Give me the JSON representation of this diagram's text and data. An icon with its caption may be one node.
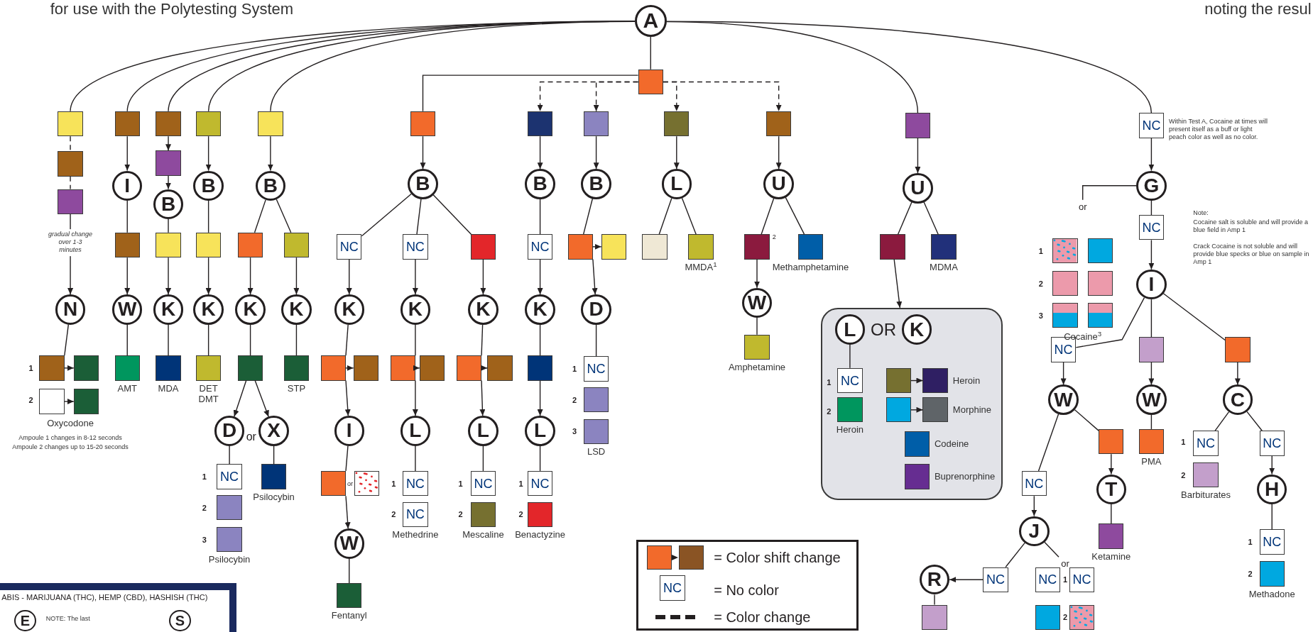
{
  "diagram": {
    "nodes": [
      {
        "text": [
          "A"
        ]
      },
      {
        "text": [],
        "shape": "box"
      },
      {
        "text": [],
        "shape": "box"
      },
      {
        "text": [],
        "shape": "box"
      },
      {
        "text": [],
        "shape": "box"
      },
      {
        "text": [
          "N"
        ]
      },
      {
        "text": [],
        "shape": "box"
      },
      {
        "text": [],
        "shape": "box"
      },
      {
        "text": [],
        "shape": "box"
      },
      {
        "text": [],
        "shape": "box"
      },
      {
        "text": [],
        "shape": "box"
      },
      {
        "text": [
          "I"
        ]
      },
      {
        "text": [],
        "shape": "box"
      },
      {
        "text": [
          "W"
        ]
      },
      {
        "text": [],
        "shape": "box",
        "beside": [
          "AMT"
        ]
      },
      {
        "text": [],
        "shape": "box"
      },
      {
        "text": [],
        "shape": "box"
      },
      {
        "text": [
          "B"
        ]
      },
      {
        "text": [],
        "shape": "box"
      },
      {
        "text": [
          "K"
        ]
      },
      {
        "text": [],
        "shape": "box",
        "beside": [
          "MDA"
        ]
      },
      {
        "text": [],
        "shape": "box"
      },
      {
        "text": [
          "B"
        ]
      },
      {
        "text": [],
        "shape": "box"
      },
      {
        "text": [
          "K"
        ]
      },
      {
        "text": [],
        "shape": "box",
        "beside": [
          "DET",
          "DMT"
        ]
      },
      {
        "text": [],
        "shape": "box"
      },
      {
        "text": [
          "B"
        ]
      },
      {
        "text": [],
        "shape": "box"
      },
      {
        "text": [],
        "shape": "box"
      },
      {
        "text": [
          "K"
        ]
      },
      {
        "text": [
          "K"
        ]
      },
      {
        "text": [],
        "shape": "box"
      },
      {
        "text": [],
        "shape": "box",
        "beside": [
          "STP"
        ]
      },
      {
        "text": [
          "D"
        ]
      },
      {
        "text": [
          "X"
        ]
      },
      {
        "text": [
          "NC"
        ]
      },
      {
        "text": [],
        "shape": "box"
      },
      {
        "text": [],
        "shape": "box",
        "beside": [
          "Psilocybin"
        ]
      },
      {
        "text": [],
        "shape": "box",
        "beside": [
          "Psilocybin"
        ]
      },
      {
        "text": [],
        "shape": "box"
      },
      {
        "text": [
          "B"
        ]
      },
      {
        "text": [
          "NC"
        ]
      },
      {
        "text": [
          "NC"
        ]
      },
      {
        "text": [],
        "shape": "box"
      },
      {
        "text": [
          "K"
        ]
      },
      {
        "text": [
          "K"
        ]
      },
      {
        "text": [
          "K"
        ]
      },
      {
        "text": [],
        "shape": "box"
      },
      {
        "text": [],
        "shape": "box"
      },
      {
        "text": [],
        "shape": "box"
      },
      {
        "text": [],
        "shape": "box"
      },
      {
        "text": [],
        "shape": "box"
      },
      {
        "text": [],
        "shape": "box"
      },
      {
        "text": [
          "I"
        ]
      },
      {
        "text": [],
        "shape": "box"
      },
      {
        "text": [],
        "shape": "box"
      },
      {
        "text": [
          "W"
        ]
      },
      {
        "text": [],
        "shape": "box",
        "beside": [
          "Fentanyl"
        ]
      },
      {
        "text": [
          "L"
        ]
      },
      {
        "text": [
          "NC"
        ]
      },
      {
        "text": [
          "NC"
        ],
        "beside": [
          "Methedrine"
        ]
      },
      {
        "text": [
          "L"
        ]
      },
      {
        "text": [
          "NC"
        ]
      },
      {
        "text": [],
        "shape": "box",
        "beside": [
          "Mescaline"
        ]
      },
      {
        "text": [],
        "shape": "box"
      },
      {
        "text": [
          "B"
        ]
      },
      {
        "text": [
          "NC"
        ]
      },
      {
        "text": [
          "K"
        ]
      },
      {
        "text": [],
        "shape": "box"
      },
      {
        "text": [
          "L"
        ]
      },
      {
        "text": [
          "NC"
        ]
      },
      {
        "text": [],
        "shape": "box",
        "beside": [
          "Benactyzine"
        ]
      },
      {
        "text": [],
        "shape": "box"
      },
      {
        "text": [
          "B"
        ]
      },
      {
        "text": [],
        "shape": "box"
      },
      {
        "text": [],
        "shape": "box"
      },
      {
        "text": [
          "D"
        ]
      },
      {
        "text": [
          "NC"
        ]
      },
      {
        "text": [],
        "shape": "box"
      },
      {
        "text": [],
        "shape": "box",
        "beside": [
          "LSD"
        ]
      },
      {
        "text": [],
        "shape": "box"
      },
      {
        "text": [
          "L"
        ]
      },
      {
        "text": [],
        "shape": "box"
      },
      {
        "text": [],
        "shape": "box",
        "beside": [
          "MMDA$^{1}$"
        ]
      },
      {
        "text": [],
        "shape": "box"
      },
      {
        "text": [
          "U"
        ]
      },
      {
        "text": [],
        "shape": "box",
        "beside": [
          "2"
        ]
      },
      {
        "text": [],
        "shape": "box",
        "beside": [
          "Methamphetamine"
        ]
      },
      {
        "text": [
          "W"
        ]
      },
      {
        "text": [],
        "shape": "box",
        "beside": [
          "Amphetamine"
        ]
      },
      {
        "text": [],
        "shape": "box"
      },
      {
        "text": [
          "U"
        ]
      },
      {
        "text": [],
        "shape": "box"
      },
      {
        "text": [],
        "shape": "box",
        "beside": [
          "MDMA"
        ]
      },
      {
        "text": [
          "OR"
        ]
      },
      {
        "text": [
          "L"
        ],
        "in": 95
      },
      {
        "text": [
          "K"
        ],
        "in": 95
      },
      {
        "text": [
          "NC"
        ],
        "in": 95
      },
      {
        "text": [],
        "shape": "box",
        "in": 95,
        "beside": [
          "Heroin"
        ]
      },
      {
        "text": [],
        "shape": "box",
        "in": 95
      },
      {
        "text": [],
        "shape": "box",
        "in": 95,
        "beside": [
          "Heroin"
        ]
      },
      {
        "text": [],
        "shape": "box",
        "in": 95
      },
      {
        "text": [],
        "shape": "box",
        "in": 95,
        "beside": [
          "Morphine"
        ]
      },
      {
        "text": [],
        "shape": "box",
        "in": 95,
        "beside": [
          "Codeine"
        ]
      },
      {
        "text": [],
        "shape": "box",
        "in": 95,
        "beside": [
          "Buprenorphine"
        ]
      },
      {
        "text": [
          "NC"
        ],
        "beside": [
          "Within Test A, Cocaine at times will present itself as a buff or light peach color as well as no color."
        ]
      },
      {
        "text": [
          "G"
        ]
      },
      {
        "text": [
          "NC"
        ]
      },
      {
        "text": [
          "I"
        ]
      },
      {
        "text": [],
        "shape": "box"
      },
      {
        "text": [],
        "shape": "box"
      },
      {
        "text": [],
        "shape": "box"
      },
      {
        "text": [],
        "shape": "box"
      },
      {
        "text": [],
        "shape": "box"
      },
      {
        "text": [],
        "shape": "box"
      },
      {
        "text": [
          "or"
        ]
      },
      {
        "text": [
          "NC"
        ]
      },
      {
        "text": [],
        "shape": "box"
      },
      {
        "text": [],
        "shape": "box"
      },
      {
        "text": [
          "W"
        ]
      },
      {
        "text": [
          "W"
        ]
      },
      {
        "text": [
          "C"
        ]
      },
      {
        "text": [],
        "shape": "box"
      },
      {
        "text": [
          "T"
        ]
      },
      {
        "text": [],
        "shape": "box",
        "beside": [
          "Ketamine"
        ]
      },
      {
        "text": [],
        "shape": "box",
        "beside": [
          "PMA"
        ]
      },
      {
        "text": [
          "NC"
        ]
      },
      {
        "text": [
          "J"
        ]
      },
      {
        "text": [
          "NC"
        ]
      },
      {
        "text": [
          "R"
        ]
      },
      {
        "text": [],
        "shape": "box"
      },
      {
        "text": [
          "or"
        ]
      },
      {
        "text": [
          "NC"
        ]
      },
      {
        "text": [
          "NC"
        ]
      },
      {
        "text": [],
        "shape": "box"
      },
      {
        "text": [],
        "shape": "box"
      },
      {
        "text": [
          "NC"
        ]
      },
      {
        "text": [],
        "shape": "box",
        "beside": [
          "Barbiturates"
        ]
      },
      {
        "text": [
          "NC"
        ]
      },
      {
        "text": [
          "H"
        ]
      },
      {
        "text": [
          "NC"
        ]
      },
      {
        "text": [],
        "shape": "box",
        "beside": [
          "Methadone"
        ]
      },
      {
        "text": [
          "ABIS - MARIJUANA (THC), HEMP (CBD), HASHISH (THC)"
        ]
      },
      {
        "text": [
          "E"
        ],
        "in": 143
      },
      {
        "text": [
          "S"
        ],
        "in": 143
      },
      {
        "text": [
          "NC"
        ]
      }
    ],
    "edges": [
      {
        "from": 0,
        "to": 2,
        "arrow": "none"
      },
      {
        "from": 2,
        "to": 3,
        "arrow": "none",
        "style": "dashed"
      },
      {
        "from": 3,
        "to": 4,
        "arrow": "none",
        "style": "dashed"
      },
      {
        "from": 4,
        "to": 5,
        "arrow": "to"
      },
      {
        "from": 5,
        "to": 6,
        "arrow": "none"
      },
      {
        "from": 6,
        "to": 7,
        "arrow": "to"
      },
      {
        "from": 8,
        "to": 9,
        "arrow": "to"
      },
      {
        "from": 0,
        "to": 10,
        "arrow": "none"
      },
      {
        "from": 10,
        "to": 11,
        "arrow": "to"
      },
      {
        "from": 11,
        "to": 12,
        "arrow": "none"
      },
      {
        "from": 12,
        "to": 13,
        "arrow": "to"
      },
      {
        "from": 13,
        "to": 14,
        "arrow": "none"
      },
      {
        "from": 0,
        "to": 15,
        "arrow": "none"
      },
      {
        "from": 15,
        "to": 16,
        "arrow": "to"
      },
      {
        "from": 16,
        "to": 17,
        "arrow": "to"
      },
      {
        "from": 17,
        "to": 18,
        "arrow": "none"
      },
      {
        "from": 18,
        "to": 19,
        "arrow": "to"
      },
      {
        "from": 19,
        "to": 20,
        "arrow": "none"
      },
      {
        "from": 0,
        "to": 21,
        "arrow": "none"
      },
      {
        "from": 21,
        "to": 22,
        "arrow": "to"
      },
      {
        "from": 22,
        "to": 23,
        "arrow": "none"
      },
      {
        "from": 23,
        "to": 24,
        "arrow": "to"
      },
      {
        "from": 24,
        "to": 25,
        "arrow": "none"
      },
      {
        "from": 0,
        "to": 26,
        "arrow": "none"
      },
      {
        "from": 26,
        "to": 27,
        "arrow": "to"
      },
      {
        "from": 27,
        "to": 28,
        "arrow": "none"
      },
      {
        "from": 27,
        "to": 29,
        "arrow": "none"
      },
      {
        "from": 28,
        "to": 30,
        "arrow": "to"
      },
      {
        "from": 29,
        "to": 31,
        "arrow": "to"
      },
      {
        "from": 30,
        "to": 32,
        "arrow": "none"
      },
      {
        "from": 31,
        "to": 33,
        "arrow": "none"
      },
      {
        "from": 32,
        "to": 34,
        "arrow": "to"
      },
      {
        "from": 32,
        "to": 35,
        "arrow": "to"
      },
      {
        "from": 34,
        "to": 36,
        "arrow": "none"
      },
      {
        "from": 35,
        "to": 39,
        "arrow": "none"
      },
      {
        "from": 0,
        "to": 1,
        "arrow": "none"
      },
      {
        "from": 1,
        "to": 40,
        "arrow": "none"
      },
      {
        "from": 40,
        "to": 41,
        "arrow": "to"
      },
      {
        "from": 41,
        "to": 42,
        "arrow": "none"
      },
      {
        "from": 41,
        "to": 43,
        "arrow": "none"
      },
      {
        "from": 41,
        "to": 44,
        "arrow": "none"
      },
      {
        "from": 42,
        "to": 45,
        "arrow": "to"
      },
      {
        "from": 43,
        "to": 46,
        "arrow": "to"
      },
      {
        "from": 44,
        "to": 47,
        "arrow": "to"
      },
      {
        "from": 45,
        "to": 48,
        "arrow": "none"
      },
      {
        "from": 48,
        "to": 49,
        "arrow": "to"
      },
      {
        "from": 46,
        "to": 50,
        "arrow": "none"
      },
      {
        "from": 50,
        "to": 51,
        "arrow": "to"
      },
      {
        "from": 47,
        "to": 52,
        "arrow": "none"
      },
      {
        "from": 52,
        "to": 53,
        "arrow": "to"
      },
      {
        "from": 48,
        "to": 54,
        "arrow": "to"
      },
      {
        "from": 50,
        "to": 59,
        "arrow": "to"
      },
      {
        "from": 52,
        "to": 62,
        "arrow": "to"
      },
      {
        "from": 54,
        "to": 55,
        "arrow": "none"
      },
      {
        "from": 55,
        "to": 57,
        "arrow": "to"
      },
      {
        "from": 57,
        "to": 58,
        "arrow": "none"
      },
      {
        "from": 59,
        "to": 60,
        "arrow": "none"
      },
      {
        "from": 62,
        "to": 63,
        "arrow": "none"
      },
      {
        "from": 1,
        "to": 65,
        "arrow": "to",
        "style": "dashed"
      },
      {
        "from": 65,
        "to": 66,
        "arrow": "to"
      },
      {
        "from": 66,
        "to": 67,
        "arrow": "none"
      },
      {
        "from": 67,
        "to": 68,
        "arrow": "to"
      },
      {
        "from": 68,
        "to": 69,
        "arrow": "none"
      },
      {
        "from": 69,
        "to": 70,
        "arrow": "to"
      },
      {
        "from": 70,
        "to": 71,
        "arrow": "none"
      },
      {
        "from": 1,
        "to": 73,
        "arrow": "to",
        "style": "dashed"
      },
      {
        "from": 73,
        "to": 74,
        "arrow": "to"
      },
      {
        "from": 74,
        "to": 75,
        "arrow": "none"
      },
      {
        "from": 75,
        "to": 76,
        "arrow": "to"
      },
      {
        "from": 75,
        "to": 77,
        "arrow": "to"
      },
      {
        "from": 77,
        "to": 78,
        "arrow": "none"
      },
      {
        "from": 1,
        "to": 81,
        "arrow": "to",
        "style": "dashed"
      },
      {
        "from": 81,
        "to": 82,
        "arrow": "to"
      },
      {
        "from": 82,
        "to": 83,
        "arrow": "none"
      },
      {
        "from": 82,
        "to": 84,
        "arrow": "none"
      },
      {
        "from": 1,
        "to": 85,
        "arrow": "to",
        "style": "dashed"
      },
      {
        "from": 85,
        "to": 86,
        "arrow": "to"
      },
      {
        "from": 86,
        "to": 87,
        "arrow": "none"
      },
      {
        "from": 86,
        "to": 88,
        "arrow": "none"
      },
      {
        "from": 87,
        "to": 89,
        "arrow": "to"
      },
      {
        "from": 89,
        "to": 90,
        "arrow": "none"
      },
      {
        "from": 0,
        "to": 91,
        "arrow": "none"
      },
      {
        "from": 91,
        "to": 92,
        "arrow": "to"
      },
      {
        "from": 92,
        "to": 93,
        "arrow": "none"
      },
      {
        "from": 92,
        "to": 94,
        "arrow": "none"
      },
      {
        "from": 93,
        "to": 95,
        "arrow": "to"
      },
      {
        "from": 96,
        "to": 98,
        "arrow": "none"
      },
      {
        "from": 100,
        "to": 101,
        "arrow": "to"
      },
      {
        "from": 102,
        "to": 103,
        "arrow": "to"
      },
      {
        "from": 0,
        "to": 106,
        "arrow": "none"
      },
      {
        "from": 106,
        "to": 107,
        "arrow": "to"
      },
      {
        "from": 107,
        "to": 116,
        "arrow": "none"
      },
      {
        "from": 107,
        "to": 108,
        "arrow": "none"
      },
      {
        "from": 108,
        "to": 109,
        "arrow": "to"
      },
      {
        "from": 109,
        "to": 117,
        "arrow": "none"
      },
      {
        "from": 109,
        "to": 118,
        "arrow": "none"
      },
      {
        "from": 109,
        "to": 119,
        "arrow": "none"
      },
      {
        "from": 117,
        "to": 120,
        "arrow": "to"
      },
      {
        "from": 118,
        "to": 121,
        "arrow": "to"
      },
      {
        "from": 119,
        "to": 122,
        "arrow": "to"
      },
      {
        "from": 120,
        "to": 123,
        "arrow": "none"
      },
      {
        "from": 123,
        "to": 124,
        "arrow": "to"
      },
      {
        "from": 124,
        "to": 125,
        "arrow": "none"
      },
      {
        "from": 121,
        "to": 126,
        "arrow": "none"
      },
      {
        "from": 120,
        "to": 127,
        "arrow": "none"
      },
      {
        "from": 127,
        "to": 128,
        "arrow": "to"
      },
      {
        "from": 128,
        "to": 129,
        "arrow": "none"
      },
      {
        "from": 129,
        "to": 130,
        "arrow": "to"
      },
      {
        "from": 130,
        "to": 131,
        "arrow": "none"
      },
      {
        "from": 128,
        "to": 132,
        "arrow": "none"
      },
      {
        "from": 122,
        "to": 137,
        "arrow": "none"
      },
      {
        "from": 122,
        "to": 139,
        "arrow": "none"
      },
      {
        "from": 139,
        "to": 140,
        "arrow": "to"
      },
      {
        "from": 140,
        "to": 141,
        "arrow": "none"
      }
    ],
    "labels": [
      "for use with the Polytesting System",
      "noting the resul",
      "gradual change over 1-3 minutes",
      "Note:",
      "Cocaine salt is soluble and will provide a blue field in Amp 1",
      "Crack Cocaine is not soluble and will provide blue specks or blue on sample in Amp 1",
      "1",
      "2",
      "3",
      "Cocaine$^{3}$",
      "1",
      "2",
      "Oxycodone",
      "Ampoule 1 changes in 8-12 seconds",
      "Ampoule 2 changes up to 15-20 seconds",
      "or",
      "1",
      "2",
      "3",
      "or",
      "1",
      "2",
      "1",
      "2",
      "1",
      "2",
      "1",
      "2",
      "3",
      "1",
      "2",
      "1",
      "2",
      "1",
      "2",
      "1",
      "2",
      "NOTE: The last"
    ],
    "legend": [
      {
        "text": "= Color shift change"
      },
      {
        "text": "= No color"
      },
      {
        "text": "= Color change"
      }
    ]
  }
}
